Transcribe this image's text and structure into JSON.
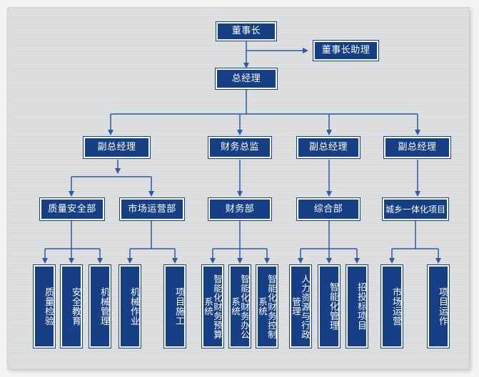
{
  "colors": {
    "box_fill": "#163f86",
    "box_border": "#ffffff",
    "line": "#2a5aa8",
    "panel": "#d9dadb"
  },
  "chart": {
    "chairman": "董事长",
    "assistant": "董事长助理",
    "gm": "总经理",
    "mid": [
      "副总经理",
      "财务总监",
      "副总经理",
      "副总经理"
    ],
    "dept": [
      "质量安全部",
      "市场运营部",
      "财务部",
      "综合部",
      "城乡一体化项目"
    ],
    "leaves": {
      "quality": [
        "质量检验",
        "安全教育",
        "机械管理"
      ],
      "market": [
        "机械作业",
        "项目施工"
      ],
      "finance": [
        "智能化财务预算系统",
        "智能化财务办公系统",
        "智能化财务控制系统"
      ],
      "general": [
        "人力资源与行政管理",
        "智能化管理",
        "招投标项目"
      ],
      "urban": [
        "市场运营",
        "项目运作"
      ]
    }
  }
}
